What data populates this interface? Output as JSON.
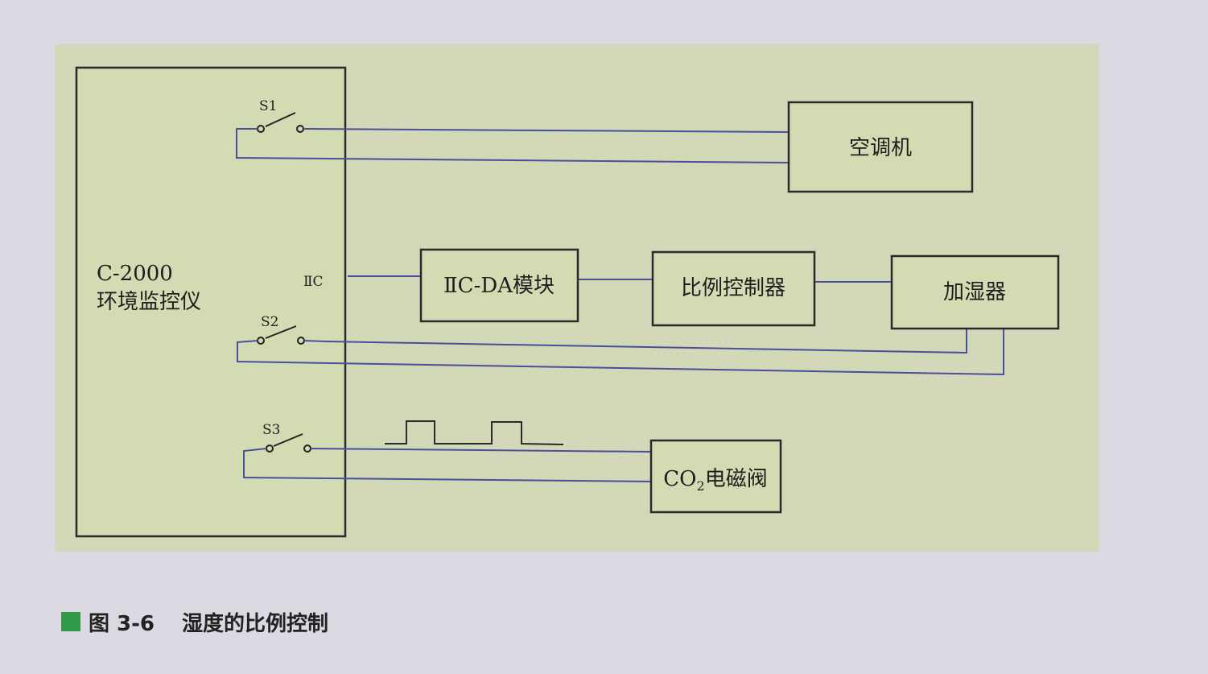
{
  "monitor": {
    "model": "C-2000",
    "name": "环境监控仪",
    "port_label": "ⅡC"
  },
  "switches": [
    "S1",
    "S2",
    "S3"
  ],
  "devices": {
    "air_conditioner": "空调机",
    "da_module": "ⅡC-DA模块",
    "proportional_controller": "比例控制器",
    "humidifier": "加湿器",
    "co2_prefix": "CO",
    "co2_sub": "2",
    "co2_suffix": "电磁阀"
  },
  "caption": {
    "number": "图 3-6",
    "title": "湿度的比例控制"
  },
  "colors": {
    "wire": "#4a4f9c",
    "box_fill": "#d3dbb3",
    "box_border": "#2a2a2a",
    "caption_square": "#2f9a4a"
  }
}
